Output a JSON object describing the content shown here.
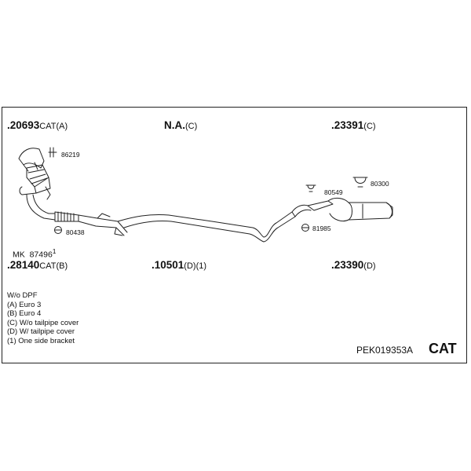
{
  "parts": {
    "p1": {
      "num": ".20693",
      "suffix": "CAT(A)"
    },
    "p2": {
      "num": "N.A.",
      "suffix": "(C)"
    },
    "p3": {
      "num": ".23391",
      "suffix": "(C)"
    },
    "p4": {
      "num": ".28140",
      "suffix": "CAT(B)"
    },
    "p5": {
      "num": ".10501",
      "suffix": "(D)(1)"
    },
    "p6": {
      "num": ".23390",
      "suffix": "(D)"
    }
  },
  "mk": {
    "label": "MK",
    "num": "87496",
    "sup": "1"
  },
  "small_parts": {
    "s86219": "86219",
    "s80438": "80438",
    "s80549": "80549",
    "s80300": "80300",
    "s81985": "81985"
  },
  "legend": [
    "W/o DPF",
    "(A) Euro 3",
    "(B) Euro 4",
    "(C) W/o tailpipe cover",
    "(D) W/ tailpipe cover",
    "(1) One side bracket"
  ],
  "code": "PEK019353A",
  "category": "CAT"
}
